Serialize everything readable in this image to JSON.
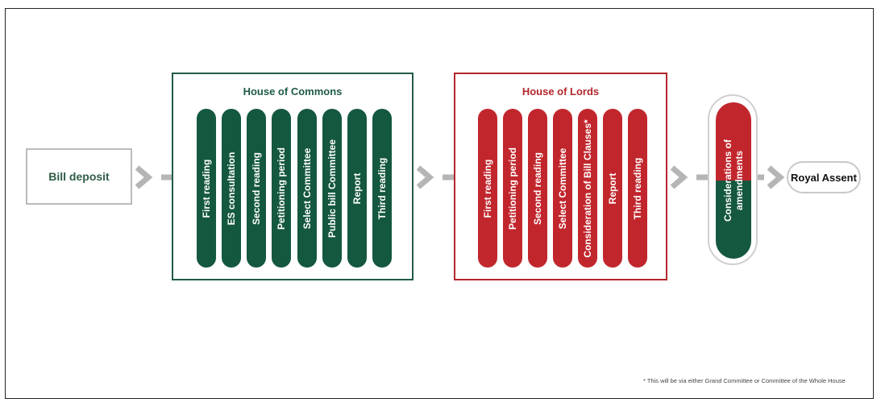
{
  "start": {
    "label": "Bill deposit"
  },
  "commons": {
    "title": "House of Commons",
    "stages": [
      "First reading",
      "ES consultation",
      "Second reading",
      "Petitioning period",
      "Select Committee",
      "Public bill Committee",
      "Report",
      "Third reading"
    ]
  },
  "lords": {
    "title": "House of Lords",
    "stages": [
      "First reading",
      "Petitioning period",
      "Second reading",
      "Select Committee",
      "Consideration of Bill Clauses*",
      "Report",
      "Third reading"
    ]
  },
  "amendments": {
    "line1": "Considerations of",
    "line2": "amendments"
  },
  "end": {
    "label": "Royal Assent"
  },
  "footnote": "* This will be via either Grand  Committee or Committee of the Whole House",
  "colors": {
    "commons": "#14583f",
    "lords": "#c2262d",
    "arrow": "#b5b5b5"
  }
}
